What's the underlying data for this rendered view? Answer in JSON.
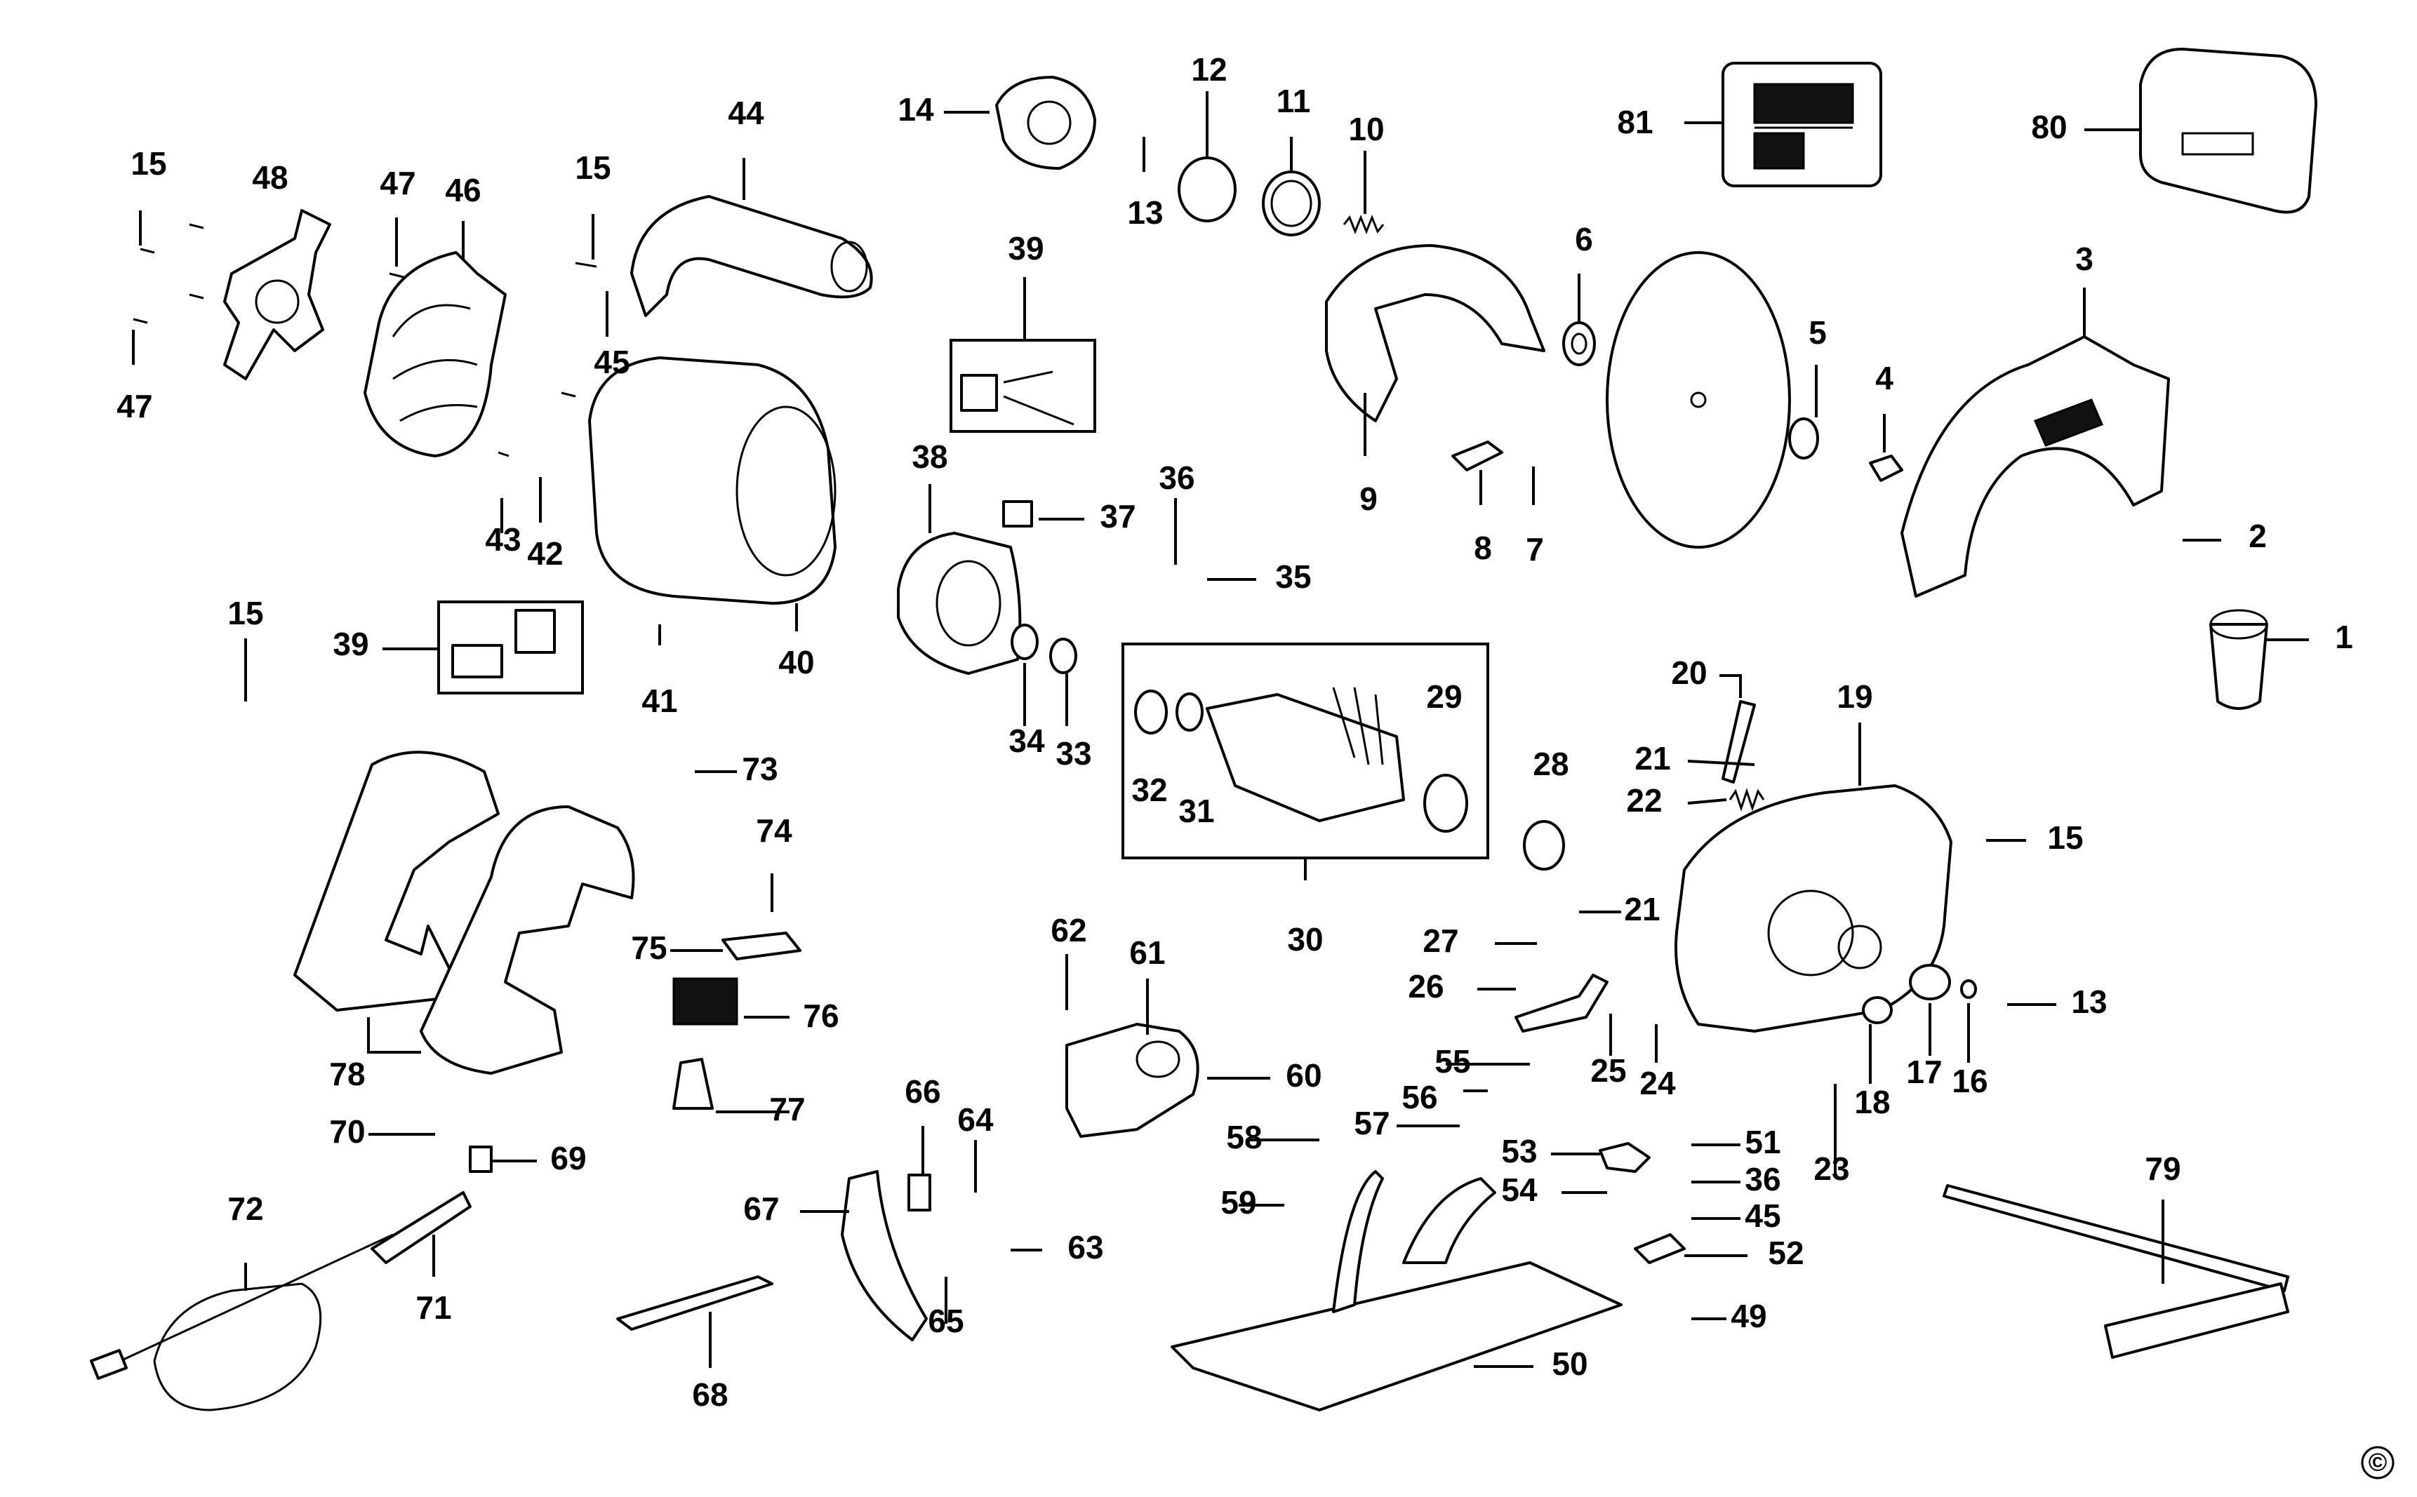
{
  "diagram": {
    "copyright_symbol": "©",
    "callouts": [
      {
        "id": "c-15a",
        "text": "15"
      },
      {
        "id": "c-48",
        "text": "48"
      },
      {
        "id": "c-47a",
        "text": "47"
      },
      {
        "id": "c-46",
        "text": "46"
      },
      {
        "id": "c-47b",
        "text": "47"
      },
      {
        "id": "c-15b",
        "text": "15"
      },
      {
        "id": "c-45a",
        "text": "45"
      },
      {
        "id": "c-44",
        "text": "44"
      },
      {
        "id": "c-14",
        "text": "14"
      },
      {
        "id": "c-13a",
        "text": "13"
      },
      {
        "id": "c-12",
        "text": "12"
      },
      {
        "id": "c-11",
        "text": "11"
      },
      {
        "id": "c-10",
        "text": "10"
      },
      {
        "id": "c-81",
        "text": "81"
      },
      {
        "id": "c-80",
        "text": "80"
      },
      {
        "id": "c-39a",
        "text": "39"
      },
      {
        "id": "c-6",
        "text": "6"
      },
      {
        "id": "c-9",
        "text": "9"
      },
      {
        "id": "c-8",
        "text": "8"
      },
      {
        "id": "c-7",
        "text": "7"
      },
      {
        "id": "c-5",
        "text": "5"
      },
      {
        "id": "c-4",
        "text": "4"
      },
      {
        "id": "c-3",
        "text": "3"
      },
      {
        "id": "c-2",
        "text": "2"
      },
      {
        "id": "c-1",
        "text": "1"
      },
      {
        "id": "c-43",
        "text": "43"
      },
      {
        "id": "c-42",
        "text": "42"
      },
      {
        "id": "c-40",
        "text": "40"
      },
      {
        "id": "c-41",
        "text": "41"
      },
      {
        "id": "c-38",
        "text": "38"
      },
      {
        "id": "c-37",
        "text": "37"
      },
      {
        "id": "c-36a",
        "text": "36"
      },
      {
        "id": "c-35",
        "text": "35"
      },
      {
        "id": "c-34",
        "text": "34"
      },
      {
        "id": "c-33",
        "text": "33"
      },
      {
        "id": "c-32",
        "text": "32"
      },
      {
        "id": "c-31",
        "text": "31"
      },
      {
        "id": "c-29",
        "text": "29"
      },
      {
        "id": "c-30",
        "text": "30"
      },
      {
        "id": "c-28",
        "text": "28"
      },
      {
        "id": "c-20",
        "text": "20"
      },
      {
        "id": "c-21a",
        "text": "21"
      },
      {
        "id": "c-22",
        "text": "22"
      },
      {
        "id": "c-19",
        "text": "19"
      },
      {
        "id": "c-15c",
        "text": "15"
      },
      {
        "id": "c-15d",
        "text": "15"
      },
      {
        "id": "c-39b",
        "text": "39"
      },
      {
        "id": "c-73",
        "text": "73"
      },
      {
        "id": "c-74",
        "text": "74"
      },
      {
        "id": "c-75",
        "text": "75"
      },
      {
        "id": "c-76",
        "text": "76"
      },
      {
        "id": "c-77",
        "text": "77"
      },
      {
        "id": "c-78",
        "text": "78"
      },
      {
        "id": "c-62",
        "text": "62"
      },
      {
        "id": "c-61",
        "text": "61"
      },
      {
        "id": "c-60",
        "text": "60"
      },
      {
        "id": "c-27",
        "text": "27"
      },
      {
        "id": "c-21b",
        "text": "21"
      },
      {
        "id": "c-26",
        "text": "26"
      },
      {
        "id": "c-25",
        "text": "25"
      },
      {
        "id": "c-24",
        "text": "24"
      },
      {
        "id": "c-18",
        "text": "18"
      },
      {
        "id": "c-17",
        "text": "17"
      },
      {
        "id": "c-16",
        "text": "16"
      },
      {
        "id": "c-13b",
        "text": "13"
      },
      {
        "id": "c-55",
        "text": "55"
      },
      {
        "id": "c-56",
        "text": "56"
      },
      {
        "id": "c-57",
        "text": "57"
      },
      {
        "id": "c-58",
        "text": "58"
      },
      {
        "id": "c-53",
        "text": "53"
      },
      {
        "id": "c-51",
        "text": "51"
      },
      {
        "id": "c-23",
        "text": "23"
      },
      {
        "id": "c-54",
        "text": "54"
      },
      {
        "id": "c-36b",
        "text": "36"
      },
      {
        "id": "c-59",
        "text": "59"
      },
      {
        "id": "c-45b",
        "text": "45"
      },
      {
        "id": "c-52",
        "text": "52"
      },
      {
        "id": "c-49",
        "text": "49"
      },
      {
        "id": "c-50",
        "text": "50"
      },
      {
        "id": "c-79",
        "text": "79"
      },
      {
        "id": "c-70",
        "text": "70"
      },
      {
        "id": "c-69",
        "text": "69"
      },
      {
        "id": "c-72",
        "text": "72"
      },
      {
        "id": "c-71",
        "text": "71"
      },
      {
        "id": "c-66",
        "text": "66"
      },
      {
        "id": "c-64",
        "text": "64"
      },
      {
        "id": "c-67",
        "text": "67"
      },
      {
        "id": "c-63",
        "text": "63"
      },
      {
        "id": "c-65",
        "text": "65"
      },
      {
        "id": "c-68",
        "text": "68"
      }
    ]
  }
}
